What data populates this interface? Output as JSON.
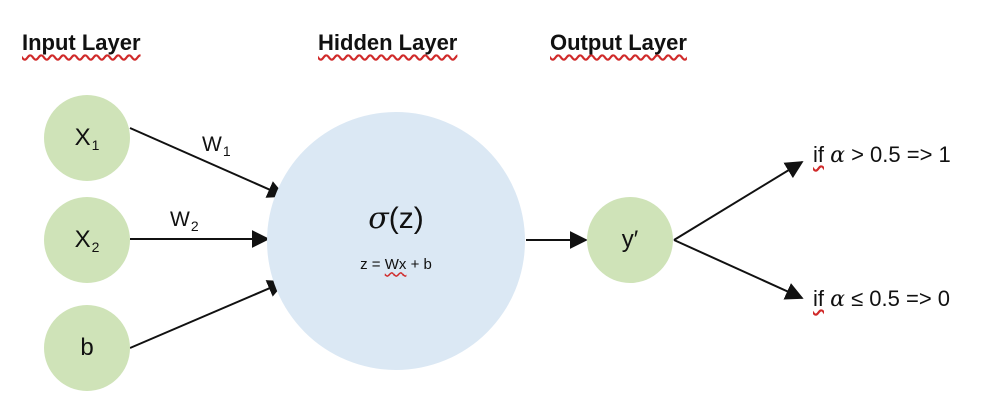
{
  "titles": {
    "input": "Input Layer",
    "hidden": "Hidden Layer",
    "output": "Output Layer"
  },
  "input_nodes": {
    "x1": {
      "base": "X",
      "sub": "1"
    },
    "x2": {
      "base": "X",
      "sub": "2"
    },
    "b": {
      "label": "b"
    }
  },
  "weights": {
    "w1": {
      "base": "W",
      "sub": "1"
    },
    "w2": {
      "base": "W",
      "sub": "2"
    }
  },
  "hidden_node": {
    "activation_symbol": "σ",
    "activation_arg": "(z)",
    "eq_prefix": "z = ",
    "eq_wx": "Wx",
    "eq_suffix": " + b"
  },
  "output_node": {
    "label": "y′"
  },
  "conditions": {
    "high": {
      "if": "if",
      "alpha": "α",
      "rest": " > 0.5 => 1"
    },
    "low": {
      "if": "if",
      "alpha": "α",
      "rest": " ≤ 0.5 => 0"
    }
  },
  "colors": {
    "input_node": "#cfe3b8",
    "hidden_node": "#dbe8f4",
    "arrow": "#111111",
    "spellcheck_underline": "#d02a2a"
  }
}
